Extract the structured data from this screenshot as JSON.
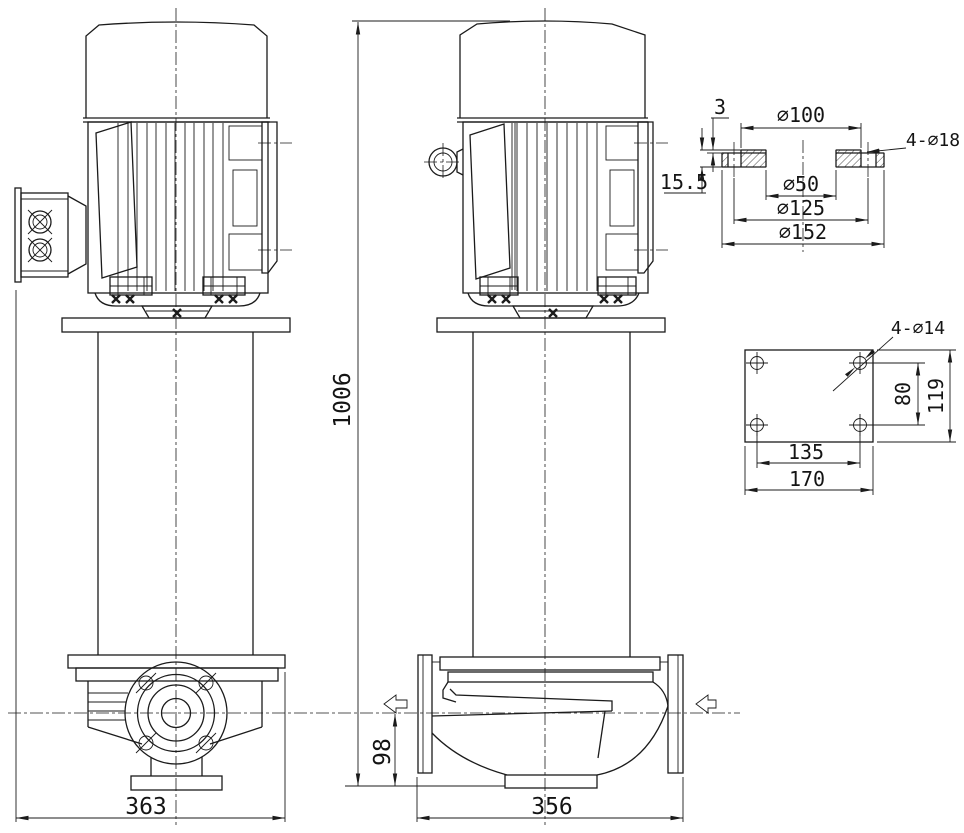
{
  "drawing": {
    "background": "#ffffff",
    "line_color": "#1b1b1b",
    "views": {
      "front_view": {
        "overall_width": "363"
      },
      "side_view": {
        "overall_height": "1006",
        "suction_height": "98",
        "overall_width": "356"
      },
      "flange_detail": {
        "raised_face_thickness": "3",
        "raised_face_diameter": "∅100",
        "bolt_holes": "4-∅18",
        "flange_thickness": "15.5",
        "bore_diameter": "∅50",
        "bolt_circle_diameter": "∅125",
        "outer_diameter": "∅152"
      },
      "base_plate_detail": {
        "bolt_holes": "4-∅14",
        "hole_spacing_vertical": "80",
        "plate_depth": "119",
        "hole_spacing_horizontal": "135",
        "plate_width": "170"
      }
    }
  }
}
